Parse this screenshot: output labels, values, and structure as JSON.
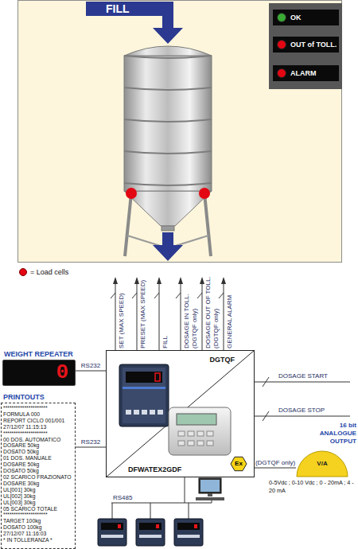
{
  "diagram": {
    "nodes": [
      {
        "text": [
          "WEIGHT REPEATER",
          "0"
        ]
      },
      {
        "text": [
          "DGTQF",
          "DFWATEX2GDF"
        ]
      },
      {
        "text": [
          "PRINTOUTS",
          "*********************",
          "FORMULA 000",
          "REPORT CICLO 001/001",
          "27/12/07 11:15:13",
          "*********************",
          "00 DOS. AUTOMATICO",
          "DOSARE 50kg",
          "DOSATO 50kg",
          "01 DOS. MANUALE",
          "DOSARE 50kg",
          "DOSATO 50kg",
          "02 SCARICO FRAZIONATO",
          "DOSARE 30kg",
          "UL[001] 30kg",
          "UL[002] 30kg",
          "UL[003] 30kg",
          "05 SCARICO TOTALE",
          "*********************",
          "TARGET 100kg",
          "DOSATO 100kg",
          "27/12/07 11:16:03",
          "* IN TOLLERANZA *"
        ]
      },
      {
        "text": [
          "16 bit ANALOGUE OUTPUT",
          "V/A",
          "0-5Vdc ; 0-10 Vdc ; 0 - 20mA ; 4 - 20 mA"
        ]
      }
    ],
    "edges": [
      {
        "from": 0,
        "to": 1,
        "label": "RS232",
        "arrow": "none"
      },
      {
        "from": 2,
        "to": 1,
        "label": "RS232",
        "arrow": "none"
      },
      {
        "from": 1,
        "to": 3,
        "label": "(DGTQF only)",
        "arrow": "none"
      }
    ],
    "labels": [
      "FILL",
      "SET (MAX SPEED)",
      "PRESET (MAX SPEED)",
      "FILL",
      "DOSAGE IN TOLL.",
      "(DGTQF only)",
      "DOSAGE OUT OF TOLL.",
      "(DGTQF only)",
      "GENERAL ALARM",
      "DOSAGE START",
      "DOSAGE STOP",
      "Ex",
      "RS485"
    ],
    "legend": [
      {
        "text": "OK",
        "color": "#3aaa35"
      },
      {
        "text": "OUT of TOLL.",
        "color": "#e30613"
      },
      {
        "text": "ALARM",
        "color": "#e30613"
      },
      {
        "text": "= Load cells",
        "color": "#e30613"
      }
    ]
  }
}
